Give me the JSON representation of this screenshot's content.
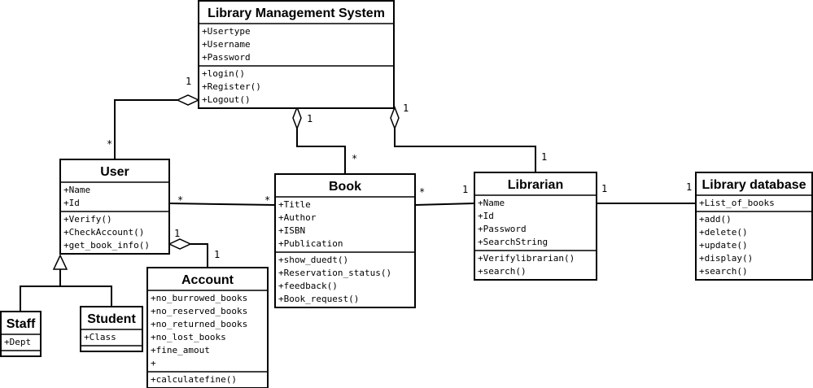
{
  "diagram": {
    "classes": {
      "lms": {
        "name": "Library Management System",
        "attributes": [
          "+Usertype",
          "+Username",
          "+Password"
        ],
        "operations": [
          "+login()",
          "+Register()",
          "+Logout()"
        ]
      },
      "user": {
        "name": "User",
        "attributes": [
          "+Name",
          "+Id"
        ],
        "operations": [
          "+Verify()",
          "+CheckAccount()",
          "+get_book_info()"
        ]
      },
      "book": {
        "name": "Book",
        "attributes": [
          "+Title",
          "+Author",
          "+ISBN",
          "+Publication"
        ],
        "operations": [
          "+show_duedt()",
          "+Reservation_status()",
          "+feedback()",
          "+Book_request()"
        ]
      },
      "librarian": {
        "name": "Librarian",
        "attributes": [
          "+Name",
          "+Id",
          "+Password",
          "+SearchString"
        ],
        "operations": [
          "+Verifylibrarian()",
          "+search()"
        ]
      },
      "librarydb": {
        "name": "Library database",
        "attributes": [
          "+List_of_books"
        ],
        "operations": [
          "+add()",
          "+delete()",
          "+update()",
          "+display()",
          "+search()"
        ]
      },
      "account": {
        "name": "Account",
        "attributes": [
          "+no_burrowed_books",
          "+no_reserved_books",
          "+no_returned_books",
          "+no_lost_books",
          "+fine_amout",
          "+"
        ],
        "operations": [
          "+calculatefine()"
        ]
      },
      "staff": {
        "name": "Staff",
        "attributes": [
          "+Dept"
        ],
        "operations": []
      },
      "student": {
        "name": "Student",
        "attributes": [
          "+Class"
        ],
        "operations": []
      }
    },
    "multiplicities": {
      "lms_user_lms": "1",
      "lms_user_user": "*",
      "lms_book_lms": "1",
      "lms_book_book": "*",
      "lms_librarian_lms": "1",
      "lms_librarian_librarian": "1",
      "user_book_user": "*",
      "user_book_book": "*",
      "book_librarian_book": "*",
      "book_librarian_librarian": "1",
      "librarian_db_librarian": "1",
      "librarian_db_db": "1",
      "user_account_user": "1",
      "user_account_account": "1"
    }
  }
}
